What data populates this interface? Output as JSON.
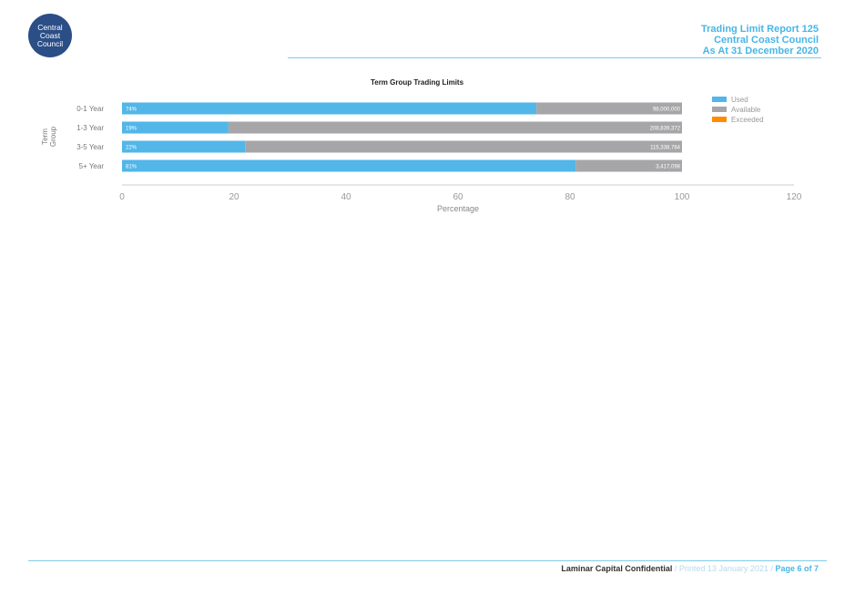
{
  "header": {
    "logo": [
      "Central",
      "Coast",
      "Council"
    ],
    "report_title": "Trading Limit Report 125",
    "organisation": "Central Coast Council",
    "as_at": "As At 31 December 2020"
  },
  "colors": {
    "used": "#52b6e8",
    "available": "#a6a6a8",
    "exceeded": "#ff8c00",
    "accent": "#47b6e6"
  },
  "chart_data": {
    "type": "bar",
    "orientation": "horizontal",
    "stacked": true,
    "title": "Term Group Trading Limits",
    "xlabel": "Percentage",
    "ylabel": "Term Group",
    "xlim": [
      0,
      120
    ],
    "xticks": [
      0,
      20,
      40,
      60,
      80,
      100,
      120
    ],
    "categories": [
      "0-1 Year",
      "1-3 Year",
      "3-5 Year",
      "5+ Year"
    ],
    "series": [
      {
        "name": "Used",
        "values": [
          74,
          19,
          22,
          81
        ],
        "labels": [
          "74%",
          "19%",
          "22%",
          "81%"
        ]
      },
      {
        "name": "Available",
        "values": [
          26,
          81,
          78,
          19
        ],
        "labels": [
          "98,000,000",
          "208,839,372",
          "115,338,784",
          "3,417,098"
        ]
      },
      {
        "name": "Exceeded",
        "values": [
          0,
          0,
          0,
          0
        ]
      }
    ],
    "legend_position": "top-right",
    "grid": false
  },
  "footer": {
    "confidential": "Laminar Capital Confidential",
    "separator": " / ",
    "printed": "Printed 13 January 2021",
    "page": "Page 6 of 7"
  }
}
